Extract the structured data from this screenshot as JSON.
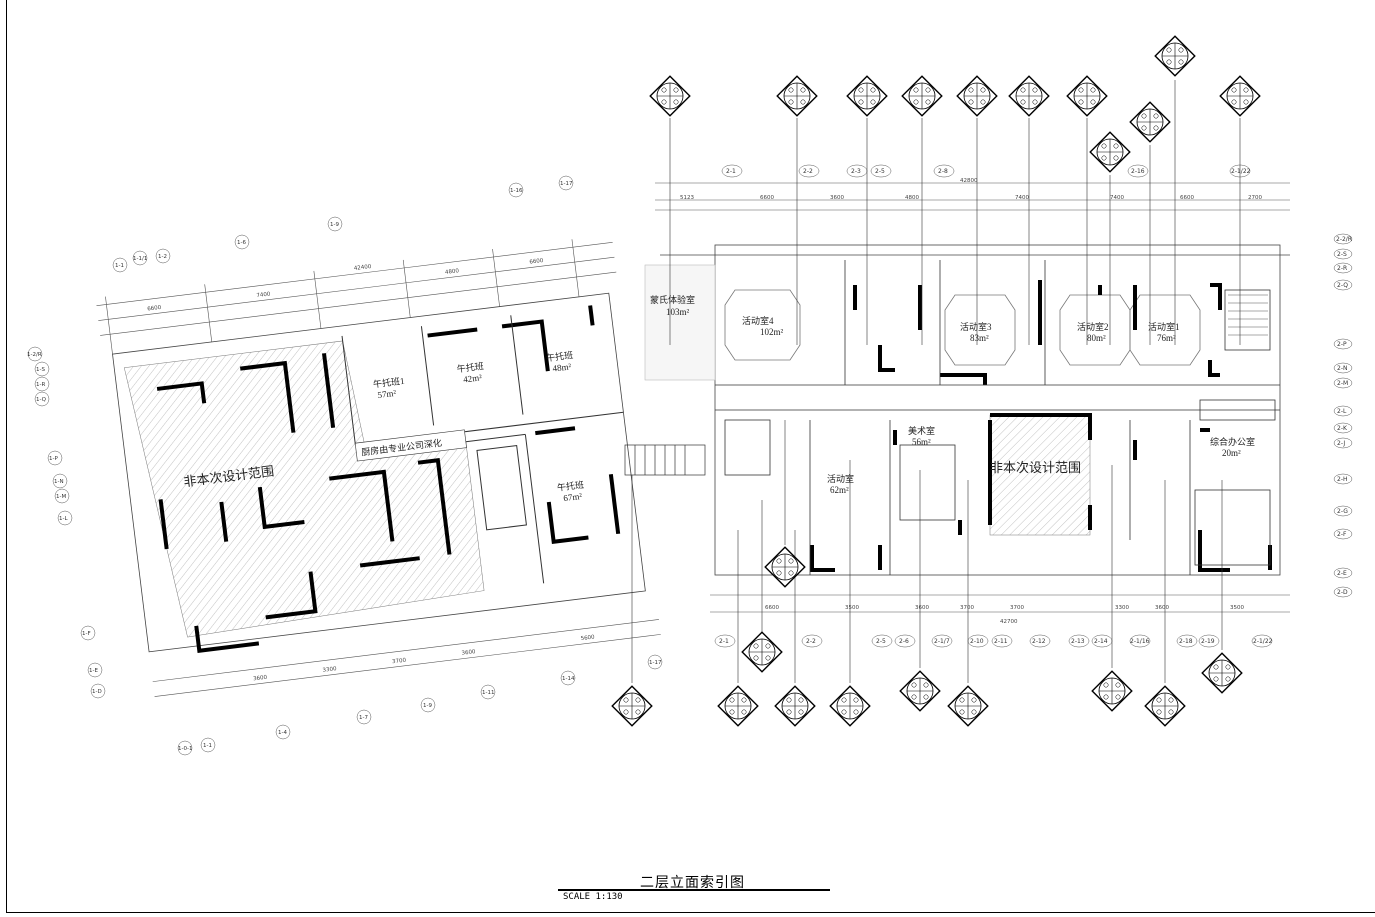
{
  "drawing": {
    "title": "二层立面索引图",
    "scale": "SCALE 1:130"
  },
  "rooms_left": {
    "excluded_area": "非本次设计范围",
    "kitchen_note": "厨房由专业公司深化",
    "nap1_name": "午托班1",
    "nap1_area": "57m²",
    "nap2_name": "午托班",
    "nap2_area": "42m²",
    "nap3_name": "午托班",
    "nap3_area": "48m²",
    "nap4_name": "午托班",
    "nap4_area": "67m²"
  },
  "rooms_right": {
    "montessori_name": "蒙氏体验室",
    "montessori_area": "103m²",
    "act4_name": "活动室4",
    "act4_area": "102m²",
    "act3_name": "活动室3",
    "act3_area": "83m²",
    "act2_name": "活动室2",
    "act2_area": "80m²",
    "act1_name": "活动室1",
    "act1_area": "76m²",
    "art_name": "美术室",
    "art_area": "56m²",
    "act_name": "活动室",
    "act_area": "62m²",
    "excluded_area": "非本次设计范围",
    "office_name": "综合办公室",
    "office_area": "20m²"
  },
  "grid_right_top": [
    "2-1",
    "2-2",
    "2-3",
    "2-5",
    "2-8",
    "2-16",
    "2-1/22"
  ],
  "grid_right_bottom": [
    "2-1",
    "2-2",
    "2-5",
    "2-6",
    "2-1/7",
    "2-10",
    "2-11",
    "2-12",
    "2-13",
    "2-14",
    "2-1/16",
    "2-18",
    "2-19",
    "2-1/22"
  ],
  "grid_right_side": [
    "2-2/R",
    "2-S",
    "2-R",
    "2-Q",
    "2-P",
    "2-N",
    "2-M",
    "2-L",
    "2-K",
    "2-J",
    "2-H",
    "2-G",
    "2-F",
    "2-E",
    "2-D"
  ],
  "grid_left_side": [
    "1-2/R",
    "1-S",
    "1-R",
    "1-Q",
    "1-P",
    "1-N",
    "1-M",
    "1-L",
    "1-F",
    "1-E",
    "1-D"
  ],
  "grid_left_top": [
    "1-1",
    "1-1/1",
    "1-2",
    "1-6",
    "1-9",
    "1-16",
    "1-17"
  ],
  "grid_left_bottom": [
    "1-0-1",
    "1-1",
    "1-4",
    "1-7",
    "1-9",
    "1-11",
    "1-14",
    "1-17"
  ],
  "dims_right_top": {
    "total": "42800",
    "d1": "5123",
    "d2": "6600",
    "d3": "3600",
    "d4": "4800",
    "d5": "7400",
    "d6": "7400",
    "d7": "6600",
    "d8": "2700"
  },
  "dims_right_bottom": {
    "total": "42700",
    "d1": "6600",
    "d2": "3500",
    "d3": "3600",
    "d4": "3700",
    "d5": "3700",
    "d6": "3300",
    "d7": "3600",
    "d8": "3500"
  },
  "dims_left": {
    "total": "42400",
    "d1": "6600",
    "d2": "7400",
    "d3": "4800",
    "d4": "6600",
    "d5": "3600",
    "d6": "3300",
    "d7": "3700",
    "d8": "3600",
    "d9": "5600"
  }
}
